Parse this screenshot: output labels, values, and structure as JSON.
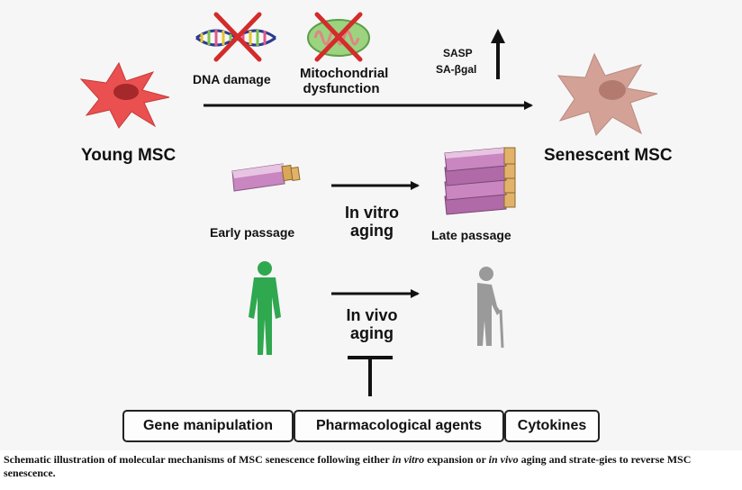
{
  "labels": {
    "young_msc": "Young MSC",
    "senescent_msc": "Senescent MSC",
    "dna_damage": "DNA damage",
    "mito_line1": "Mitochondrial",
    "mito_line2": "dysfunction",
    "sasp": "SASP",
    "sa_bgal": "SA-βgal",
    "early_passage": "Early passage",
    "late_passage": "Late passage",
    "in_vitro_line1": "In vitro",
    "in_vitro_line2": "aging",
    "in_vivo_line1": "In vivo",
    "in_vivo_line2": "aging"
  },
  "strategies": [
    "Gene manipulation",
    "Pharmacological agents",
    "Cytokines"
  ],
  "caption": {
    "part1": "Schematic illustration of molecular mechanisms of MSC senescence following either ",
    "em1": "in vitro",
    "part2": " expansion or ",
    "em2": "in vivo",
    "part3": " aging and strate-gies to reverse MSC senescence."
  },
  "colors": {
    "young_cell": "#e9504f",
    "senescent_cell": "#d4a196",
    "young_person": "#2fa84f",
    "old_person": "#9a9a9a",
    "flask": "#c986c0",
    "cross": "#d42b2b"
  }
}
